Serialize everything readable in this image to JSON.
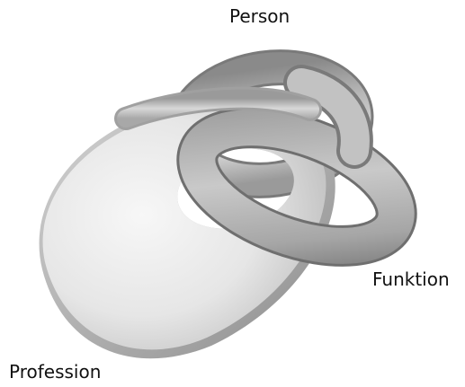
{
  "labels": {
    "person": "Person",
    "funktion": "Funktion",
    "profession": "Profession"
  }
}
